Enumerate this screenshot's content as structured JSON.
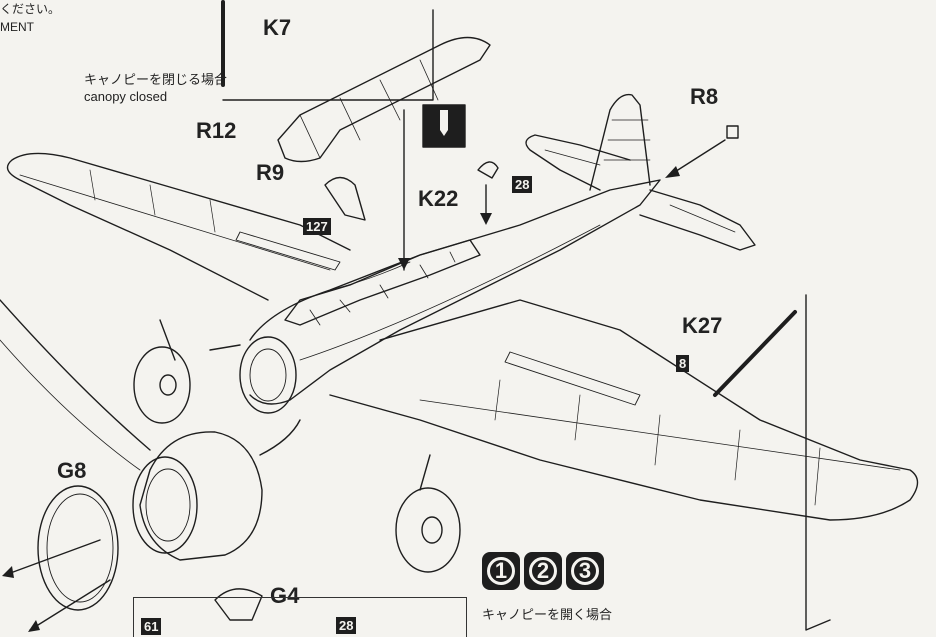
{
  "notes": {
    "top_jp": "ください。",
    "top_en": "MENT",
    "canopy_closed_jp": "キャノピーを閉じる場合",
    "canopy_closed_en": "canopy closed",
    "canopy_open_jp": "キャノピーを開く場合"
  },
  "parts": {
    "k7": "K7",
    "r12": "R12",
    "r9": "R9",
    "k22": "K22",
    "r8": "R8",
    "k27": "K27",
    "g8": "G8",
    "g4": "G4"
  },
  "codes": {
    "c127": "127",
    "c28": "28",
    "c8": "8",
    "c61": "61",
    "c28b": "28"
  },
  "steps": [
    "1",
    "2",
    "3"
  ],
  "colors": {
    "ink": "#1e1e1e",
    "paper": "#f4f3ef"
  }
}
